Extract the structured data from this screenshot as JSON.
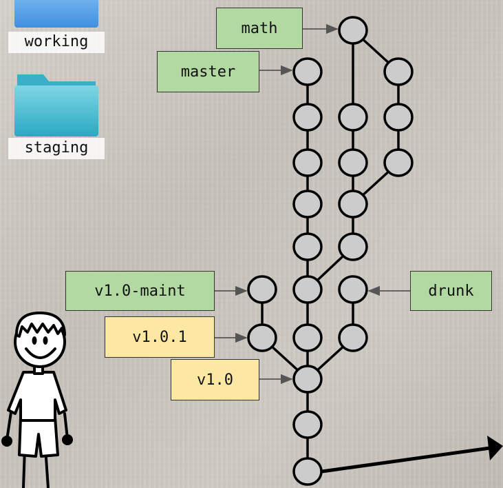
{
  "folders": {
    "working": {
      "label": "working",
      "color": "#5aa5e8"
    },
    "staging": {
      "label": "staging",
      "color": "#3bbcd0"
    }
  },
  "labels": {
    "math": "math",
    "master": "master",
    "v1_0_maint": "v1.0-maint",
    "v1_0_1": "v1.0.1",
    "v1_0": "v1.0",
    "drunk": "drunk"
  },
  "colors": {
    "branch_label": "#b3d9a2",
    "tag_label": "#fde8a3",
    "commit_fill": "#cccccc",
    "commit_stroke": "#000000"
  }
}
